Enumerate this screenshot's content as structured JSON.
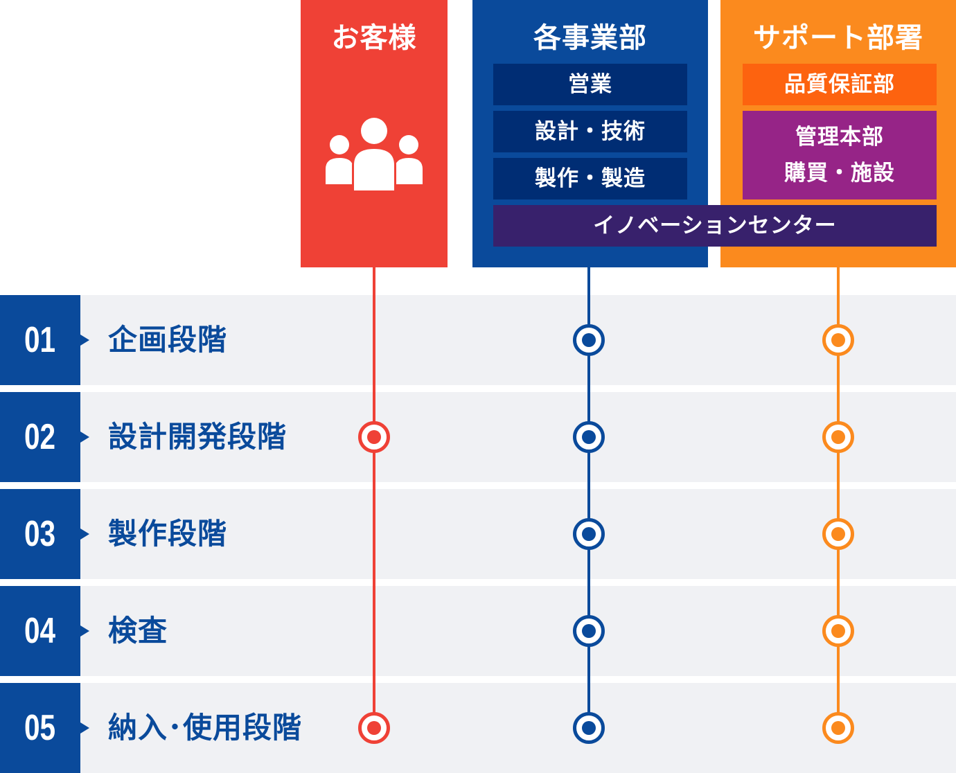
{
  "columns": {
    "customer": {
      "title": "お客様",
      "icon": "people-icon",
      "color": "#ef4136"
    },
    "divisions": {
      "title": "各事業部",
      "color": "#0a4a9b",
      "box_color": "#002d74",
      "items": [
        "営業",
        "設計・技術",
        "製作・製造"
      ]
    },
    "support": {
      "title": "サポート部署",
      "color": "#fb8a1e",
      "items": [
        {
          "lines": [
            "品質保証部"
          ],
          "color": "#fd630f"
        },
        {
          "lines": [
            "管理本部",
            "購買・施設"
          ],
          "color": "#962487"
        }
      ]
    },
    "innovation": {
      "label": "イノベーションセンター",
      "color": "#38216c"
    }
  },
  "stages": [
    {
      "num": "01",
      "label": "企画段階",
      "customer": false,
      "divisions": true,
      "support": true
    },
    {
      "num": "02",
      "label": "設計開発段階",
      "customer": true,
      "divisions": true,
      "support": true
    },
    {
      "num": "03",
      "label": "製作段階",
      "customer": false,
      "divisions": true,
      "support": true
    },
    {
      "num": "04",
      "label": "検査",
      "customer": false,
      "divisions": true,
      "support": true
    },
    {
      "num": "05",
      "label": "納入･使用段階",
      "customer": true,
      "divisions": true,
      "support": true
    }
  ]
}
